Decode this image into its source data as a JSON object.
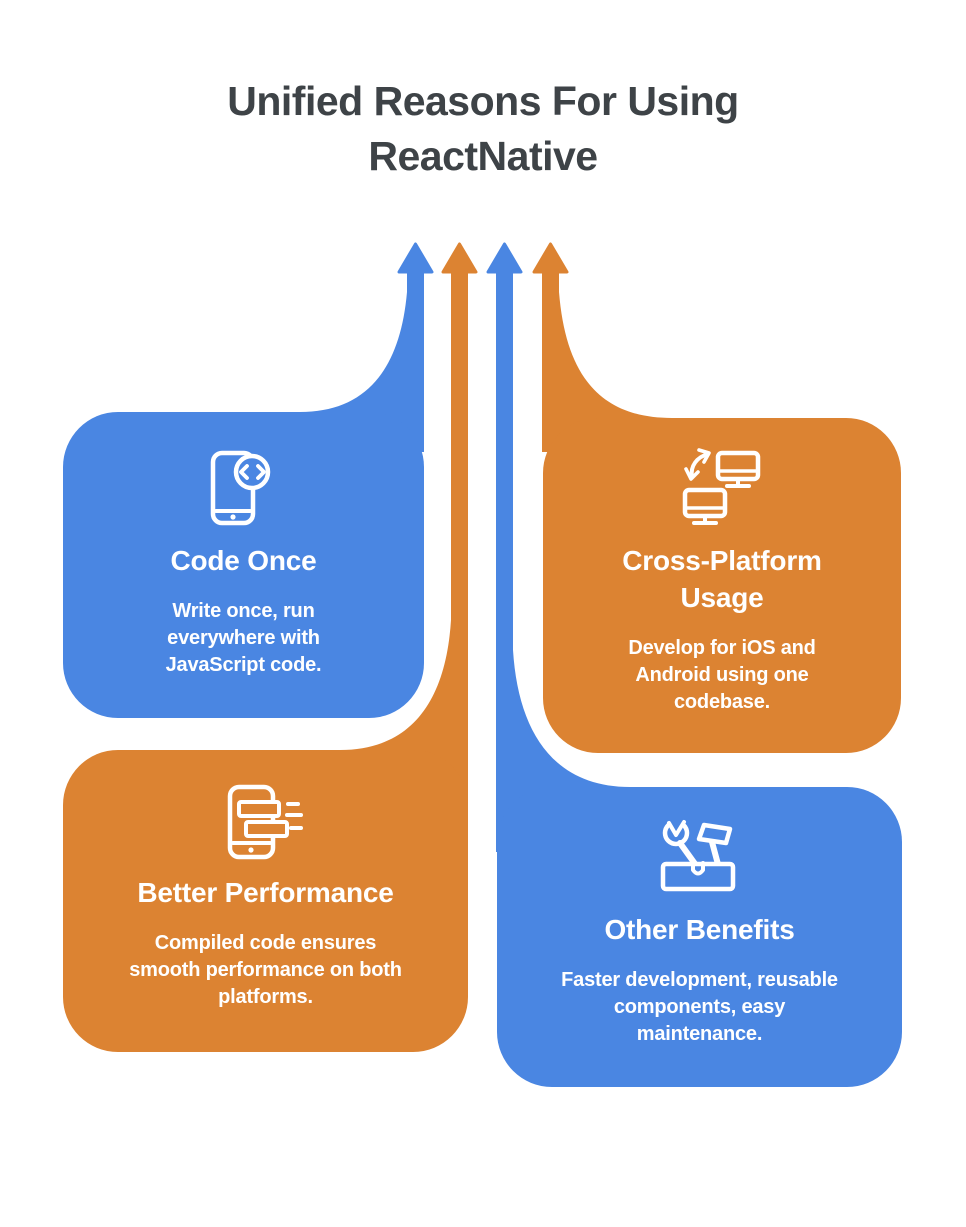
{
  "heading": {
    "line1": "Unified Reasons For Using",
    "line2": "ReactNative"
  },
  "colors": {
    "blue": "#4A86E2",
    "orange": "#DC8332",
    "heading_text": "#3E4347",
    "card_text": "#FFFFFF",
    "background": "#FFFFFF"
  },
  "arrows": {
    "direction": "up",
    "colors": [
      "blue",
      "orange",
      "blue",
      "orange"
    ]
  },
  "cards": [
    {
      "name": "code-once",
      "color": "blue",
      "icon": "smartphone-code-icon",
      "title_lines": [
        "Code Once"
      ],
      "body_lines": [
        "Write once, run",
        "everywhere with",
        "JavaScript code."
      ]
    },
    {
      "name": "cross-platform-usage",
      "color": "orange",
      "icon": "monitors-sync-icon",
      "title_lines": [
        "Cross-Platform",
        "Usage"
      ],
      "body_lines": [
        "Develop for iOS and",
        "Android using one",
        "codebase."
      ]
    },
    {
      "name": "better-performance",
      "color": "orange",
      "icon": "smartphone-speed-icon",
      "title_lines": [
        "Better Performance"
      ],
      "body_lines": [
        "Compiled code ensures",
        "smooth performance on both",
        "platforms."
      ]
    },
    {
      "name": "other-benefits",
      "color": "blue",
      "icon": "toolbox-icon",
      "title_lines": [
        "Other Benefits"
      ],
      "body_lines": [
        "Faster development, reusable",
        "components, easy",
        "maintenance."
      ]
    }
  ]
}
